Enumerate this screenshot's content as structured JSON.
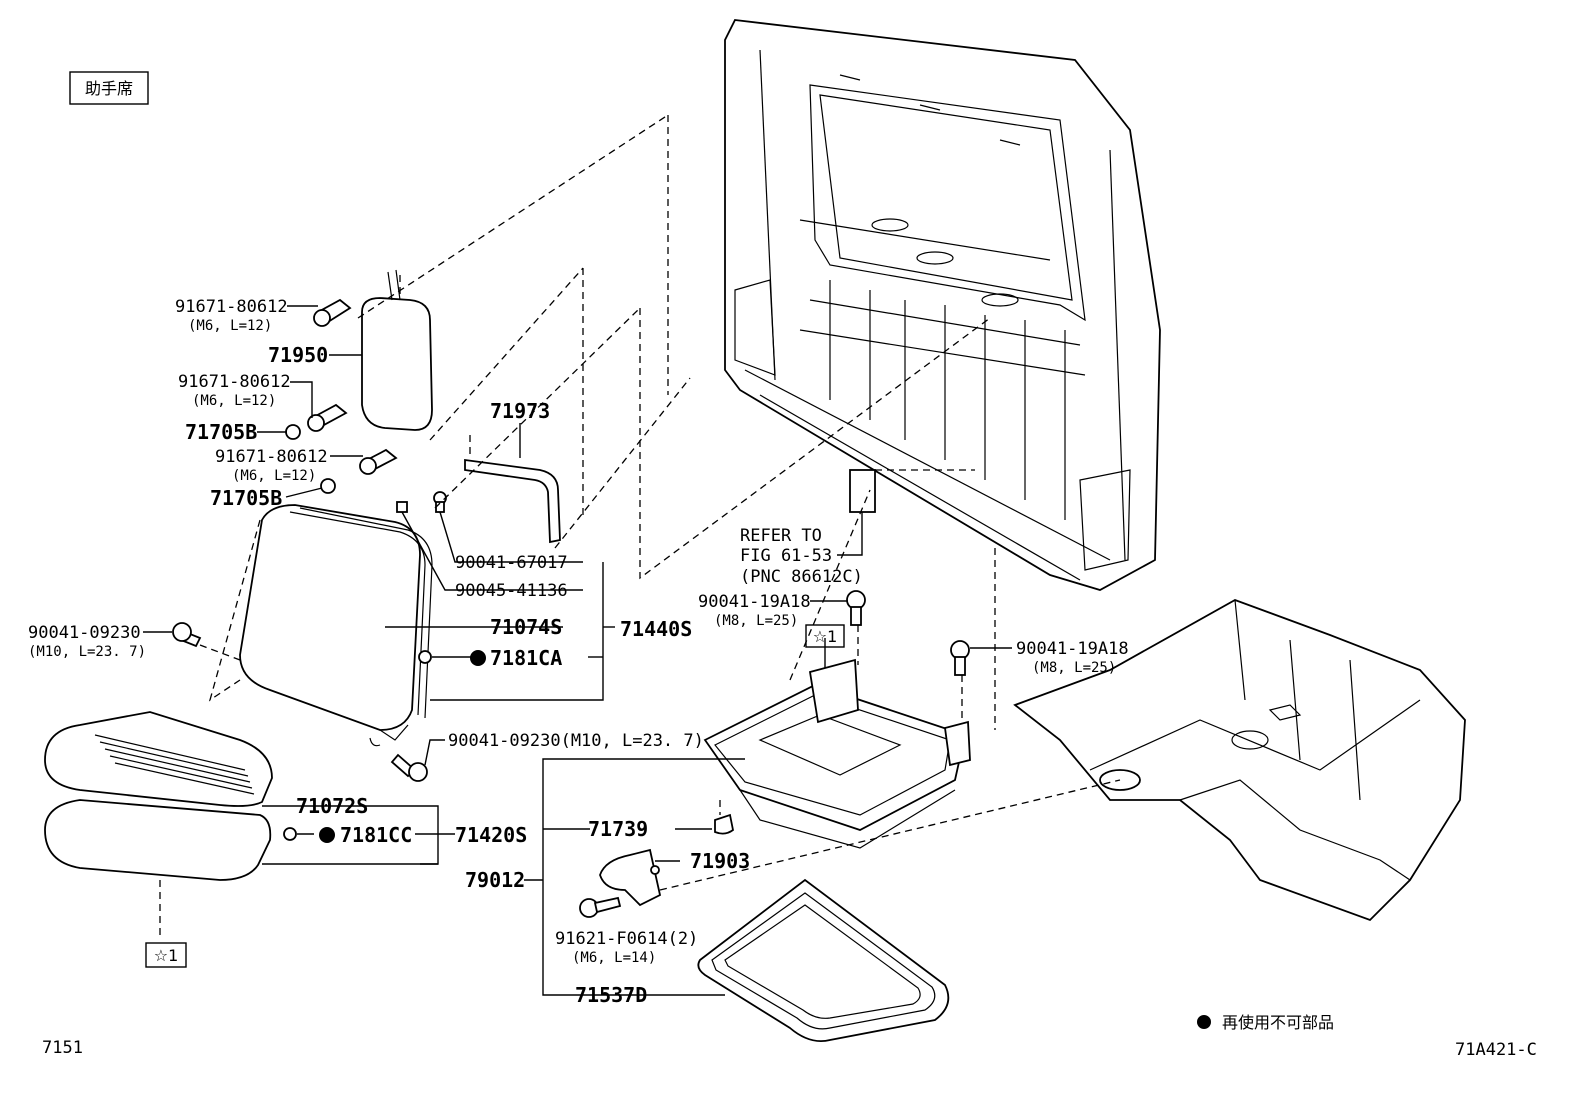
{
  "seat_label": "助手席",
  "figure_no": "7151",
  "illustration_id": "71A421-C",
  "legend": {
    "note": "再使用不可部品"
  },
  "ref_note": {
    "line1": "REFER TO",
    "line2": "FIG 61-53",
    "line3": "(PNC 86612C)"
  },
  "star_marker": "☆1",
  "callouts": {
    "p91671_a": "91671-80612",
    "p91671_a_spec": "(M6, L=12)",
    "p71950": "71950",
    "p91671_b": "91671-80612",
    "p91671_b_spec": "(M6, L=12)",
    "p71705b_a": "71705B",
    "p91671_c": "91671-80612",
    "p91671_c_spec": "(M6, L=12)",
    "p71705b_b": "71705B",
    "p71973": "71973",
    "p90041_67017": "90041-67017",
    "p90045_41136": "90045-41136",
    "p71074s": "71074S",
    "p71440s": "71440S",
    "p7181ca": "7181CA",
    "p90041_09230_a": "90041-09230",
    "p90041_09230_a_spec": "(M10, L=23. 7)",
    "p90041_09230_b": "90041-09230(M10, L=23. 7)",
    "p71072s": "71072S",
    "p7181cc": "7181CC",
    "p71420s": "71420S",
    "p90041_19a18_a": "90041-19A18",
    "p90041_19a18_a_spec": "(M8, L=25)",
    "p90041_19a18_b": "90041-19A18",
    "p90041_19a18_b_spec": "(M8, L=25)",
    "p71739": "71739",
    "p71903": "71903",
    "p79012": "79012",
    "p91621": "91621-F0614(2)",
    "p91621_spec": "(M6, L=14)",
    "p71537d": "71537D"
  }
}
